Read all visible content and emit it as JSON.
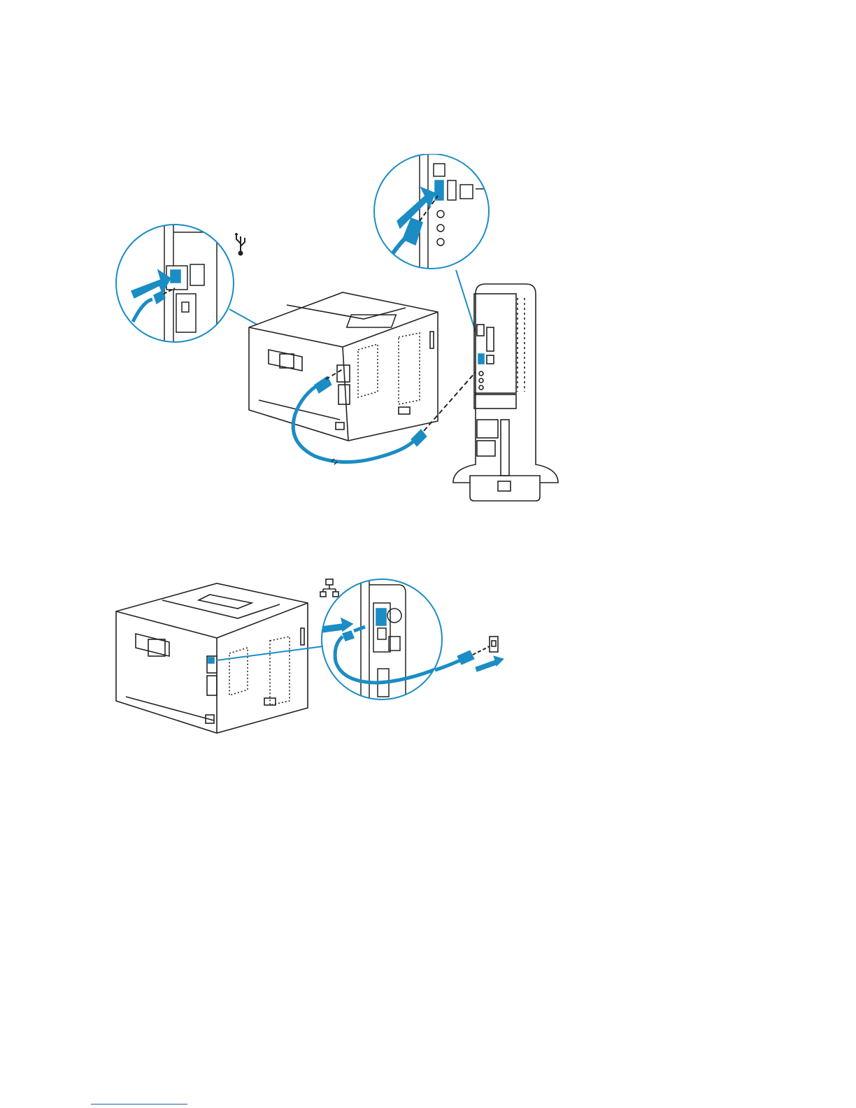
{
  "page": {
    "background": "#ffffff"
  },
  "colors": {
    "line": "#222222",
    "accent_blue": "#1b8cc4",
    "accent_light": "#6fb8e0",
    "footer_link": "#1a5fb4"
  },
  "figures": [
    {
      "name": "usb-connection-illustration",
      "icon": "usb-icon",
      "parts": [
        "printer",
        "usb-cable",
        "computer-tower",
        "printer-port-zoom",
        "computer-port-zoom"
      ]
    },
    {
      "name": "ethernet-connection-illustration",
      "icon": "network-icon",
      "parts": [
        "printer",
        "ethernet-cable",
        "network-port-zoom",
        "wall-jack"
      ]
    }
  ]
}
